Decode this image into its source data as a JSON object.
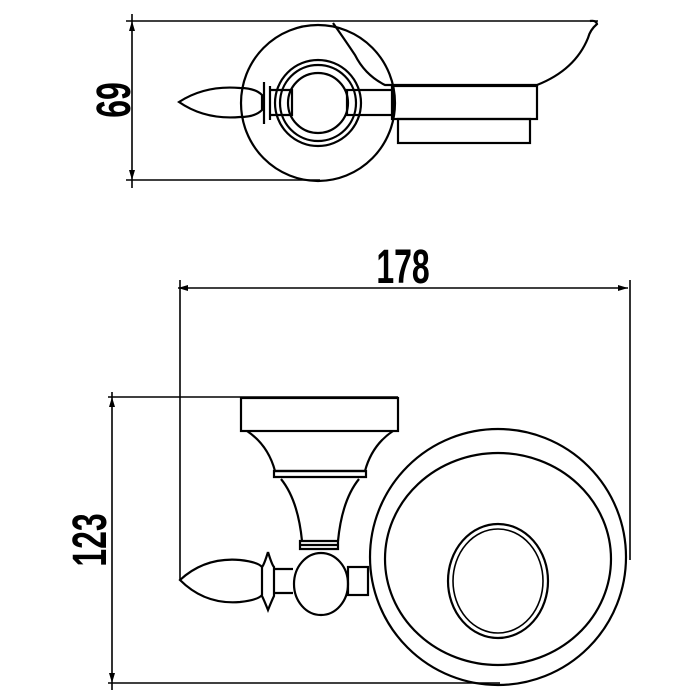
{
  "dimensions": {
    "depth_top_view": "69",
    "width": "178",
    "height": "123"
  },
  "colors": {
    "line": "#000000",
    "background": "#ffffff"
  }
}
